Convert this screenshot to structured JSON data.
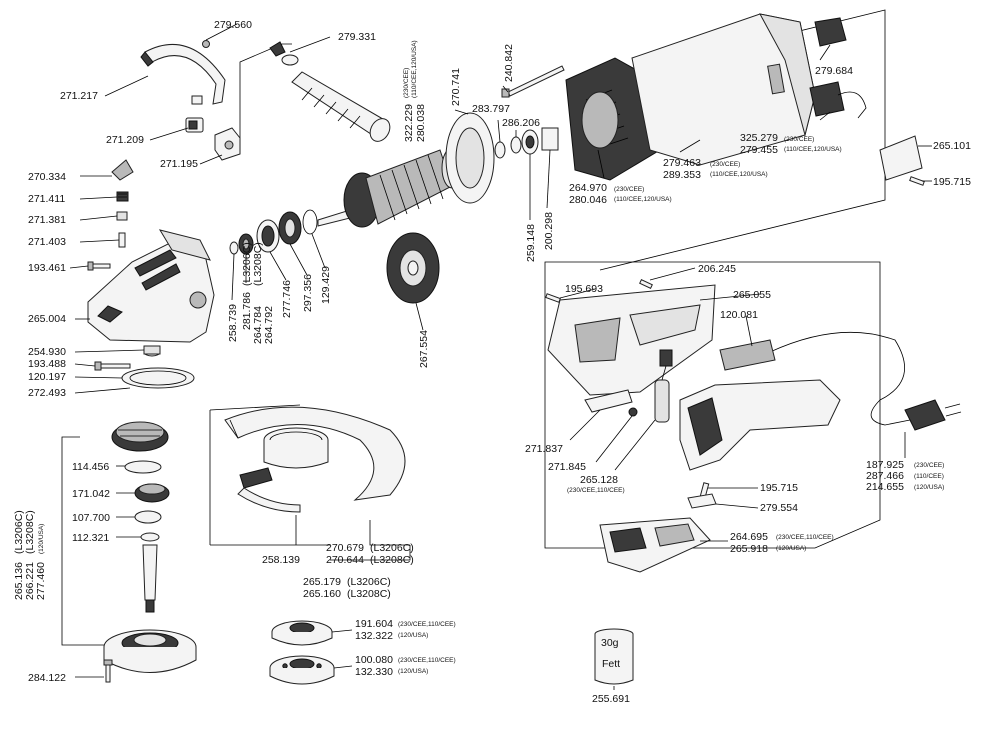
{
  "labels": {
    "p279560": "279.560",
    "p279331": "279.331",
    "p271217": "271.217",
    "p271209": "271.209",
    "p271195": "271.195",
    "p270334": "270.334",
    "p271411": "271.411",
    "p271381": "271.381",
    "p271403": "271.403",
    "p193461": "193.461",
    "p265004": "265.004",
    "p254930": "254.930",
    "p193488": "193.488",
    "p120197": "120.197",
    "p272493": "272.493",
    "p258739": "258.739",
    "p281786": "281.786",
    "p264784": "264.784",
    "p264792": "264.792",
    "p281786_v1": "(L3206C)",
    "p281786_v2": "(L3208C)",
    "p277746": "277.746",
    "p297356": "297.356",
    "p129429": "129.429",
    "p267554": "267.554",
    "p322229": "322.229",
    "p280038": "280.038",
    "p322229_n1": "(230/CEE)",
    "p322229_n2": "(110/CEE,120/USA)",
    "p270741": "270.741",
    "p240842": "240.842",
    "p283797": "283.797",
    "p286206": "286.206",
    "p259148": "259.148",
    "p200298": "200.298",
    "p279684": "279.684",
    "p325279": "325.279",
    "p279455": "279.455",
    "p325279_n1": "(230/CEE)",
    "p325279_n2": "(110/CEE,120/USA)",
    "p279463": "279.463",
    "p289353": "289.353",
    "p279463_n1": "(230/CEE)",
    "p279463_n2": "(110/CEE,120/USA)",
    "p264970": "264.970",
    "p280046": "280.046",
    "p264970_n1": "(230/CEE)",
    "p264970_n2": "(110/CEE,120/USA)",
    "p265101": "265.101",
    "p195715a": "195.715",
    "p206245": "206.245",
    "p195693": "195.693",
    "p265055": "265.055",
    "p120081": "120.081",
    "p271837": "271.837",
    "p271845": "271.845",
    "p265128": "265.128",
    "p265128_n": "(230/CEE,110/CEE)",
    "p187925": "187.925",
    "p287466": "287.466",
    "p214655": "214.655",
    "p187925_n": "(230/CEE)",
    "p287466_n": "(110/CEE)",
    "p214655_n": "(120/USA)",
    "p195715b": "195.715",
    "p279554": "279.554",
    "p264695": "264.695",
    "p265918": "265.918",
    "p264695_n": "(230/CEE,110/CEE)",
    "p265918_n": "(120/USA)",
    "p114456": "114.456",
    "p171042": "171.042",
    "p107700": "107.700",
    "p112321": "112.321",
    "p265136": "265.136",
    "p266221": "266.221",
    "p277460": "277.460",
    "p265136_v1": "(L3206C)",
    "p265136_v2": "(L3208C)",
    "p265136_v3": "(120/USA)",
    "p284122": "284.122",
    "p258139": "258.139",
    "p270679": "270.679",
    "p270644": "270.644",
    "p270679_v": "(L3206C)",
    "p270644_v": "(L3208C)",
    "p265179": "265.179",
    "p265160": "265.160",
    "p265179_v": "(L3206C)",
    "p265160_v": "(L3208C)",
    "p191604": "191.604",
    "p132322": "132.322",
    "p191604_n": "(230/CEE,110/CEE)",
    "p132322_n": "(120/USA)",
    "p100080": "100.080",
    "p132330": "132.330",
    "p100080_n": "(230/CEE,110/CEE)",
    "p132330_n": "(120/USA)",
    "grease_qty": "30g",
    "grease_name": "Fett",
    "p255691": "255.691"
  }
}
